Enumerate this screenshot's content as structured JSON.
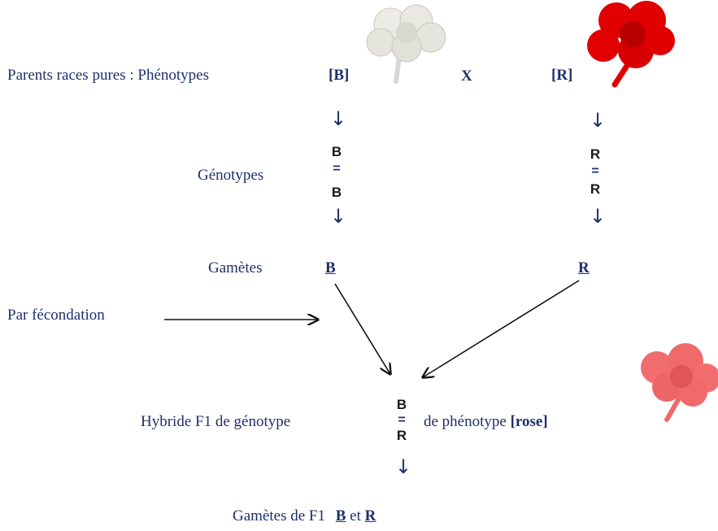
{
  "parents": {
    "label": "Parents races pures : Phénotypes",
    "phenotype_white": "[B]",
    "cross": "X",
    "phenotype_red": "[R]"
  },
  "genotypes": {
    "label": "Génotypes",
    "left": {
      "top": "B",
      "sep": "=",
      "bottom": "B"
    },
    "right": {
      "top": "R",
      "sep": "=",
      "bottom": "R"
    }
  },
  "gametes": {
    "label": "Gamètes",
    "left": "B",
    "right": "R"
  },
  "fecondation": {
    "label": "Par fécondation"
  },
  "hybrid": {
    "label": "Hybride F1 de génotype",
    "top": "B",
    "sep": "=",
    "bottom": "R",
    "phenotype_prefix": "de phénotype",
    "phenotype": "[rose]"
  },
  "f1_gametes": {
    "label": "Gamètes de F1",
    "a": "B",
    "joiner": "et",
    "b": "R"
  },
  "arrow_glyph": "↓",
  "colors": {
    "text": "#1f2f6b",
    "flower_white": "#e9e7df",
    "flower_red": "#e00000",
    "flower_pink": "#f06a6a"
  }
}
